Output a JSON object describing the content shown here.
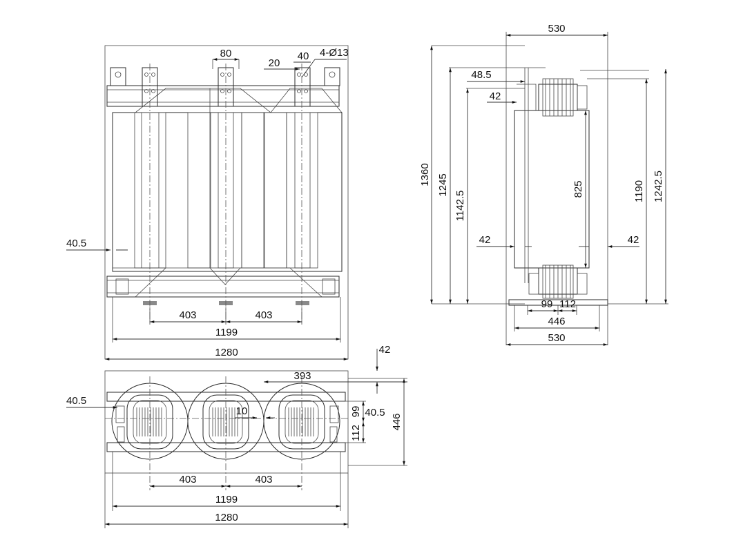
{
  "front_view": {
    "dims": {
      "bolt_width": "80",
      "hole_offset": "20",
      "hole_spacing": "40",
      "holes": "4-Ø13",
      "side_offset": "40.5",
      "phase_pitch_left": "403",
      "phase_pitch_right": "403",
      "wheel_span": "1199",
      "overall_width": "1280"
    }
  },
  "side_view": {
    "dims": {
      "top_width": "530",
      "offset_48_5": "48.5",
      "offset_42_top": "42",
      "total_height": "1360",
      "height_1245": "1245",
      "height_1142_5": "1142.5",
      "coil_height": "825",
      "height_1190": "1190",
      "height_1242_5": "1242.5",
      "left_clear": "42",
      "right_clear": "42",
      "dim_99": "99",
      "dim_112": "112",
      "base_446": "446",
      "bottom_width": "530"
    }
  },
  "top_view": {
    "dims": {
      "clearance_42": "42",
      "coil_radius": "393",
      "side_offset": "40.5",
      "gap_10": "10",
      "offset_40_5": "40.5",
      "dim_99": "99",
      "dim_112": "112",
      "depth_446": "446",
      "phase_pitch_left": "403",
      "phase_pitch_right": "403",
      "span_1199": "1199",
      "overall_width": "1280"
    }
  }
}
